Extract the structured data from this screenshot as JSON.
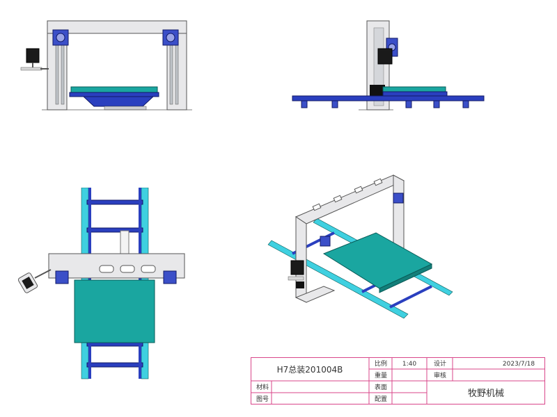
{
  "drawing": {
    "colors": {
      "frame": "#e8e8ea",
      "frame_edge": "#555555",
      "bed": "#1aa6a0",
      "bed_edge": "#0a5c58",
      "rail": "#2a3fbf",
      "rail_edge": "#111a66",
      "cyan_post": "#3fd0e0",
      "monitor": "#1a1a1a",
      "border": "#d9468a"
    },
    "title_block": {
      "title": "H7总装201004B",
      "scale_label": "比例",
      "scale_value": "1:40",
      "design_label": "设计",
      "date": "2023/7/18",
      "weight_label": "重量",
      "review_label": "审核",
      "material_label": "材料",
      "surface_label": "表面",
      "company": "牧野机械",
      "drawing_no_label": "图号",
      "config_label": "配置"
    }
  }
}
